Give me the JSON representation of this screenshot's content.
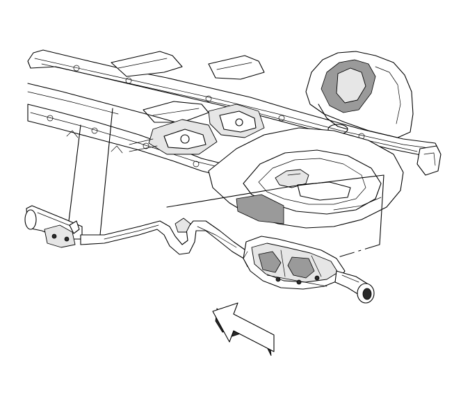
{
  "figure": {
    "caption": "",
    "colors": {
      "line": "#000000",
      "background": "#ffffff",
      "shade_light": "#e6e6e6",
      "shade_mid": "#9a9a9a",
      "shade_dark": "#2a2a2a"
    },
    "parts": [
      "frame-rail-left",
      "frame-rail-right",
      "floor-pan",
      "spare-tire-well",
      "exhaust-pipe",
      "exhaust-muffler",
      "tailpipe",
      "rear-wheel-arch",
      "front-direction-arrow"
    ]
  }
}
